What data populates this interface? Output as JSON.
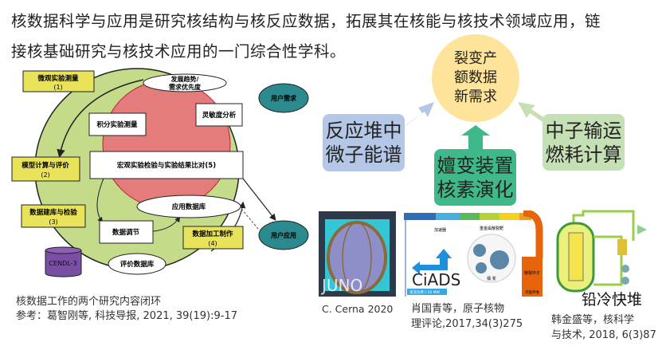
{
  "intro": {
    "line1": "核数据科学与应用是研究核结构与核反应数据，拓展其在核能与核技术领域应用，链",
    "line2": "接核基础研究与核技术应用的一门综合性学科。"
  },
  "loop": {
    "micro": "微观实验测量",
    "micro_n": "(1)",
    "trend1": "发展趋势/",
    "trend2": "需求优先度",
    "user_need": "用户需求",
    "integral": "积分实验测量",
    "sensitivity": "灵敏度分析",
    "macro": "宏观实验检验与实验结果比对(5)",
    "model": "模型计算与评价",
    "model_n": "(2)",
    "build": "数据建库与检验",
    "build_n": "(3)",
    "app_db": "应用数据库",
    "adjust": "数据调节",
    "process": "数据加工制作",
    "process_n": "(4)",
    "user_app": "用户应用",
    "cendl": "CENDL-3",
    "eval_db": "评价数据库",
    "caption": "核数据工作的两个研究内容闭环",
    "ref": "参考：葛智刚等, 科技导报, 2021, 39(19):9-17"
  },
  "needs": {
    "center": [
      "裂变产",
      "额数据",
      "新需求"
    ],
    "left": [
      "反应堆中",
      "微子能谱"
    ],
    "middle": [
      "嬗变装置",
      "核素演化"
    ],
    "right": [
      "中子输运",
      "燃耗计算"
    ],
    "colors": {
      "center": "#fde49a",
      "left": "#b4c7e7",
      "middle": "#3fb98a",
      "right": "#c5e0b4"
    }
  },
  "images": {
    "juno": {
      "label": "JUNO",
      "caption": "C. Cerna 2020"
    },
    "ciads": {
      "label": "CiADS",
      "accel": "加速器",
      "target": "重金属散裂靶",
      "neutron": "散裂中子",
      "power": "束流功率＞10 MW",
      "core": "次临界堆",
      "trans": "嬗 变",
      "caption1": "肖国青等，原子核物",
      "caption2": "理评论,2017,34(3)275"
    },
    "lfr": {
      "label": "铅冷快堆",
      "caption1": "韩金盛等，核科学",
      "caption2": "与技术, 2018, 6(3)87"
    }
  }
}
